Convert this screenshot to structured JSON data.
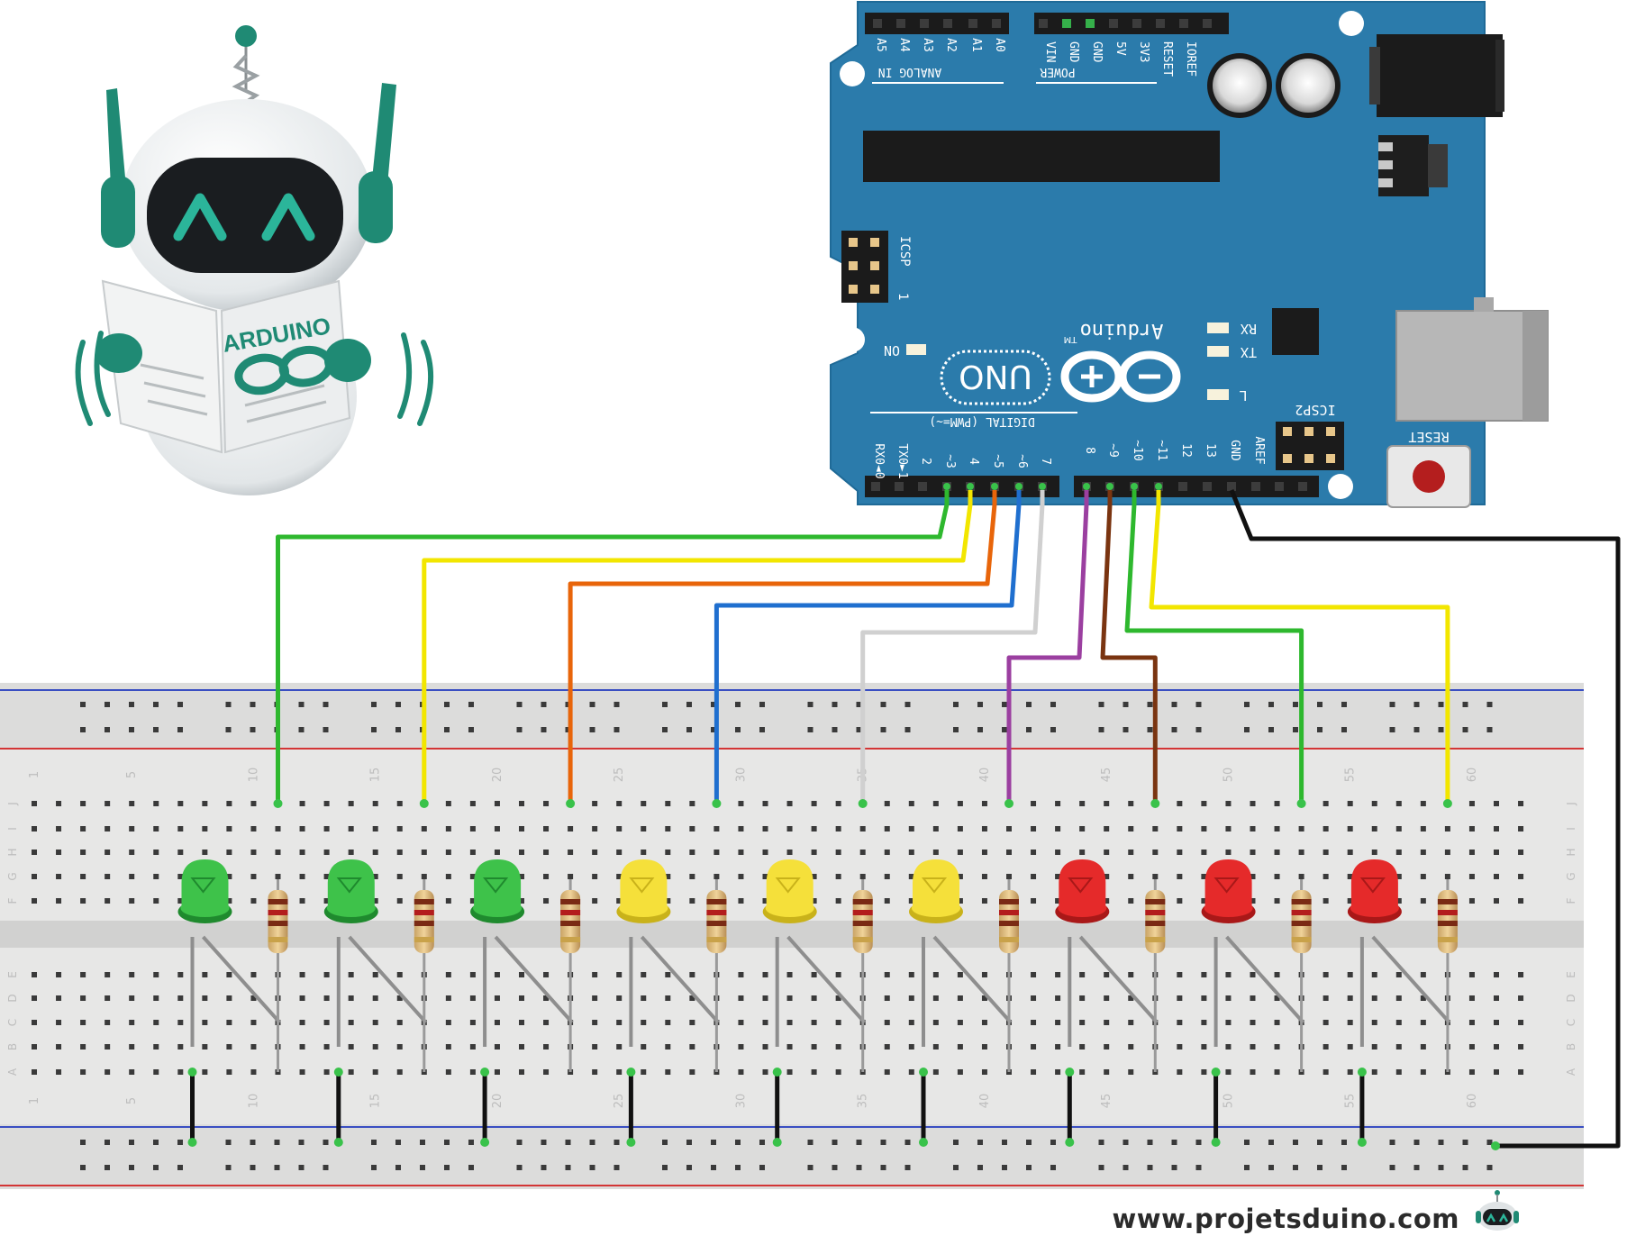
{
  "branding": {
    "website": "www.projetsduino.com",
    "robot_book_text": "ARDUINO"
  },
  "arduino": {
    "board_logo": "Arduino",
    "trademark": "TM",
    "model": "UNO",
    "analog_header_label": "ANALOG IN",
    "power_header_label": "POWER",
    "digital_header_label": "DIGITAL (PWM=~)",
    "icsp_label": "ICSP",
    "icsp2_label": "ICSP2",
    "reset_label": "RESET",
    "on_label": "ON",
    "l_label": "L",
    "tx_label": "TX",
    "rx_label": "RX",
    "icsp_pin1": "1",
    "analog_pins": [
      "A5",
      "A4",
      "A3",
      "A2",
      "A1",
      "A0"
    ],
    "power_pins": [
      "VIN",
      "GND",
      "GND",
      "5V",
      "3V3",
      "RESET",
      "IOREF"
    ],
    "digital_pins_low": [
      "RX0◄0",
      "TX0►1",
      "2",
      "~3",
      "4",
      "~5",
      "~6",
      "7"
    ],
    "digital_pins_high": [
      "8",
      "~9",
      "~10",
      "~11",
      "12",
      "13",
      "GND",
      "AREF"
    ]
  },
  "breadboard": {
    "row_letters_top": [
      "J",
      "I",
      "H",
      "G",
      "F"
    ],
    "row_letters_bottom": [
      "E",
      "D",
      "C",
      "B",
      "A"
    ],
    "column_numbers": [
      "1",
      "5",
      "10",
      "15",
      "20",
      "25",
      "30",
      "35",
      "40",
      "45",
      "50",
      "55",
      "60"
    ]
  },
  "leds": [
    {
      "color": "green",
      "pin": "~3"
    },
    {
      "color": "green",
      "pin": "4"
    },
    {
      "color": "green",
      "pin": "~5"
    },
    {
      "color": "yellow",
      "pin": "~6"
    },
    {
      "color": "yellow",
      "pin": "7"
    },
    {
      "color": "yellow",
      "pin": "8"
    },
    {
      "color": "red",
      "pin": "~9"
    },
    {
      "color": "red",
      "pin": "~10"
    },
    {
      "color": "red",
      "pin": "~11"
    }
  ],
  "wires": [
    {
      "pin": "~3",
      "color": "#2eb82e"
    },
    {
      "pin": "4",
      "color": "#f2e600"
    },
    {
      "pin": "~5",
      "color": "#e8650a"
    },
    {
      "pin": "~6",
      "color": "#1f6fcf"
    },
    {
      "pin": "7",
      "color": "#d0d0d0"
    },
    {
      "pin": "8",
      "color": "#9b3fa0"
    },
    {
      "pin": "~9",
      "color": "#7a3410"
    },
    {
      "pin": "~10",
      "color": "#2eb82e"
    },
    {
      "pin": "~11",
      "color": "#f2e600"
    },
    {
      "pin": "GND",
      "color": "#111111"
    }
  ],
  "colors": {
    "board": "#2b7bab",
    "board_edge": "#1f6a97",
    "breadboard": "#e7e7e6",
    "rail_blue": "#3a4fc2",
    "rail_red": "#d33535",
    "led_green": "#3ec24a",
    "led_yellow": "#f5e03a",
    "led_red": "#e52a2a",
    "robot_teal": "#1f8a74"
  }
}
